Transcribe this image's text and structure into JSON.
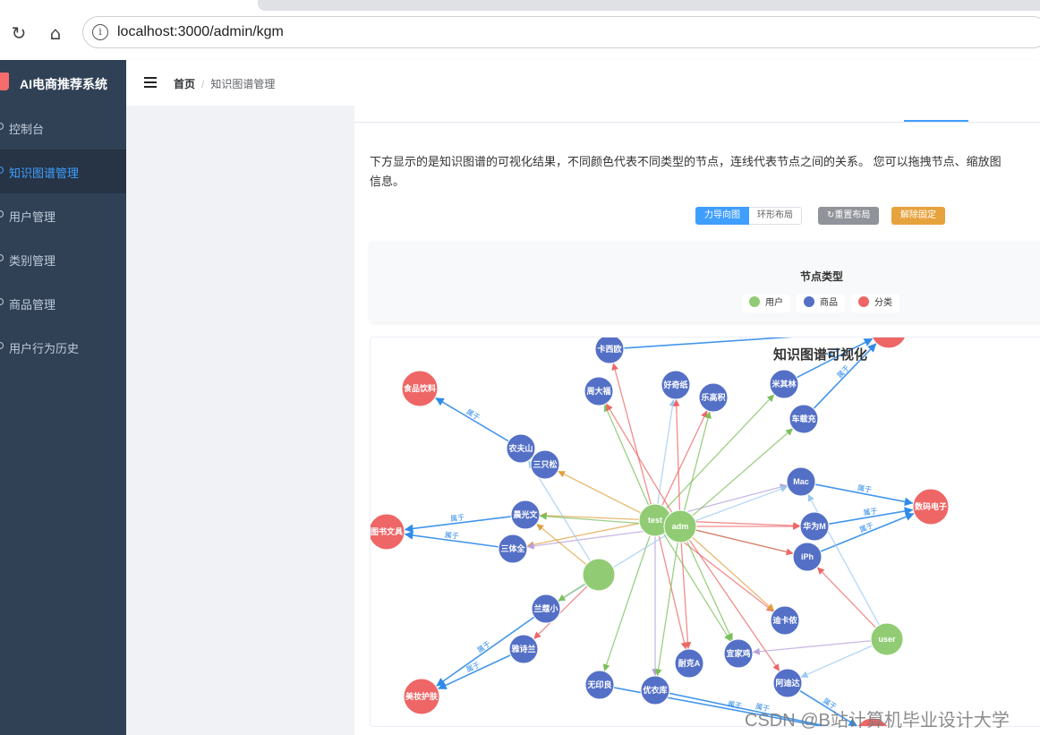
{
  "browser": {
    "url": "localhost:3000/admin/kgm"
  },
  "sidebar": {
    "app_title": "AI电商推荐系统",
    "items": [
      {
        "label": "控制台"
      },
      {
        "label": "知识图谱管理"
      },
      {
        "label": "用户管理"
      },
      {
        "label": "类别管理"
      },
      {
        "label": "商品管理"
      },
      {
        "label": "用户行为历史"
      }
    ]
  },
  "header": {
    "breadcrumb_home": "首页",
    "breadcrumb_sep": "/",
    "breadcrumb_current": "知识图谱管理"
  },
  "main": {
    "description_line1": "下方显示的是知识图谱的可视化结果，不同颜色代表不同类型的节点，连线代表节点之间的关系。 您可以拖拽节点、缩放图",
    "description_line2": "信息。",
    "layout_buttons": {
      "force": "力导向图",
      "circular": "环形布局"
    },
    "reset_button": "↻重置布局",
    "unpin_button": "解除固定",
    "legend": {
      "title": "节点类型",
      "items": [
        {
          "label": "用户",
          "color": "#91cc75"
        },
        {
          "label": "商品",
          "color": "#5470c6"
        },
        {
          "label": "分类",
          "color": "#ee6666"
        }
      ]
    },
    "graph": {
      "title": "知识图谱可视化",
      "colors": {
        "user": "#91cc75",
        "product": "#5470c6",
        "category": "#ee6666"
      },
      "nodes": [
        {
          "id": "test",
          "label": "test",
          "type": "user"
        },
        {
          "id": "adm",
          "label": "adm",
          "type": "user"
        },
        {
          "id": "u3",
          "label": "",
          "type": "user"
        },
        {
          "id": "user",
          "label": "user",
          "type": "user"
        },
        {
          "id": "kaxi",
          "label": "卡西欧",
          "type": "product"
        },
        {
          "id": "zhoudafu",
          "label": "周大福",
          "type": "product"
        },
        {
          "id": "haoqi",
          "label": "好奇纸",
          "type": "product"
        },
        {
          "id": "legao",
          "label": "乐高积",
          "type": "product"
        },
        {
          "id": "milin",
          "label": "米其林",
          "type": "product"
        },
        {
          "id": "chezai",
          "label": "车载充",
          "type": "product"
        },
        {
          "id": "nongfu",
          "label": "农夫山",
          "type": "product"
        },
        {
          "id": "sanzhi",
          "label": "三只松",
          "type": "product"
        },
        {
          "id": "mac",
          "label": "Mac",
          "type": "product"
        },
        {
          "id": "chenguang",
          "label": "晨光文",
          "type": "product"
        },
        {
          "id": "huawei",
          "label": "华为M",
          "type": "product"
        },
        {
          "id": "santi",
          "label": "三体全",
          "type": "product"
        },
        {
          "id": "iph",
          "label": "iPh",
          "type": "product"
        },
        {
          "id": "lancome",
          "label": "兰蔻小",
          "type": "product"
        },
        {
          "id": "disney",
          "label": "迪卡侬",
          "type": "product"
        },
        {
          "id": "yashilan",
          "label": "雅诗兰",
          "type": "product"
        },
        {
          "id": "nike",
          "label": "耐克A",
          "type": "product"
        },
        {
          "id": "ikea",
          "label": "宜家鸡",
          "type": "product"
        },
        {
          "id": "muji",
          "label": "无印良",
          "type": "product"
        },
        {
          "id": "uniqlo",
          "label": "优衣库",
          "type": "product"
        },
        {
          "id": "adidas",
          "label": "阿迪达",
          "type": "product"
        },
        {
          "id": "food",
          "label": "食品饮料",
          "type": "category"
        },
        {
          "id": "digital",
          "label": "数码电子",
          "type": "category"
        },
        {
          "id": "books",
          "label": "图书文具",
          "type": "category"
        },
        {
          "id": "beauty",
          "label": "美妆护肤",
          "type": "category"
        },
        {
          "id": "cat5",
          "label": "",
          "type": "category"
        },
        {
          "id": "cat6",
          "label": "",
          "type": "category"
        }
      ],
      "edge_label": "属于",
      "links": [
        [
          "nongfu",
          "food",
          "category"
        ],
        [
          "chenguang",
          "books",
          "category"
        ],
        [
          "santi",
          "books",
          "category"
        ],
        [
          "mac",
          "digital",
          "category"
        ],
        [
          "huawei",
          "digital",
          "category"
        ],
        [
          "iph",
          "digital",
          "category"
        ],
        [
          "lancome",
          "beauty",
          "category"
        ],
        [
          "yashilan",
          "beauty",
          "category"
        ],
        [
          "chezai",
          "cat5",
          "category"
        ],
        [
          "adidas",
          "cat6",
          "category"
        ],
        [
          "milin",
          "cat5",
          "category"
        ],
        [
          "kaxi",
          "cat5",
          "category"
        ],
        [
          "uniqlo",
          "cat6",
          "category"
        ],
        [
          "muji",
          "cat6",
          "category"
        ],
        [
          "test",
          "kaxi",
          "red"
        ],
        [
          "test",
          "zhoudafu",
          "green"
        ],
        [
          "test",
          "haoqi",
          "blue"
        ],
        [
          "test",
          "legao",
          "red"
        ],
        [
          "test",
          "milin",
          "green"
        ],
        [
          "test",
          "sanzhi",
          "orange"
        ],
        [
          "test",
          "mac",
          "purple"
        ],
        [
          "test",
          "chenguang",
          "orange"
        ],
        [
          "test",
          "huawei",
          "red"
        ],
        [
          "test",
          "santi",
          "orange"
        ],
        [
          "test",
          "iph",
          "green"
        ],
        [
          "test",
          "nike",
          "red"
        ],
        [
          "test",
          "ikea",
          "green"
        ],
        [
          "test",
          "muji",
          "green"
        ],
        [
          "test",
          "uniqlo",
          "purple"
        ],
        [
          "test",
          "disney",
          "red"
        ],
        [
          "adm",
          "zhoudafu",
          "red"
        ],
        [
          "adm",
          "haoqi",
          "red"
        ],
        [
          "adm",
          "legao",
          "green"
        ],
        [
          "adm",
          "chezai",
          "green"
        ],
        [
          "adm",
          "mac",
          "blue"
        ],
        [
          "adm",
          "huawei",
          "red"
        ],
        [
          "adm",
          "iph",
          "red"
        ],
        [
          "adm",
          "santi",
          "purple"
        ],
        [
          "adm",
          "nike",
          "red"
        ],
        [
          "adm",
          "ikea",
          "green"
        ],
        [
          "adm",
          "uniqlo",
          "green"
        ],
        [
          "adm",
          "disney",
          "orange"
        ],
        [
          "adm",
          "adidas",
          "red"
        ],
        [
          "adm",
          "chenguang",
          "green"
        ],
        [
          "adm",
          "lancome",
          "blue"
        ],
        [
          "u3",
          "lancome",
          "green"
        ],
        [
          "u3",
          "yashilan",
          "red"
        ],
        [
          "u3",
          "nongfu",
          "blue"
        ],
        [
          "u3",
          "chenguang",
          "orange"
        ],
        [
          "user",
          "iph",
          "red"
        ],
        [
          "user",
          "ikea",
          "purple"
        ],
        [
          "user",
          "adidas",
          "blue"
        ],
        [
          "user",
          "mac",
          "blue"
        ]
      ]
    }
  },
  "watermark": "CSDN @B站计算机毕业设计大学"
}
